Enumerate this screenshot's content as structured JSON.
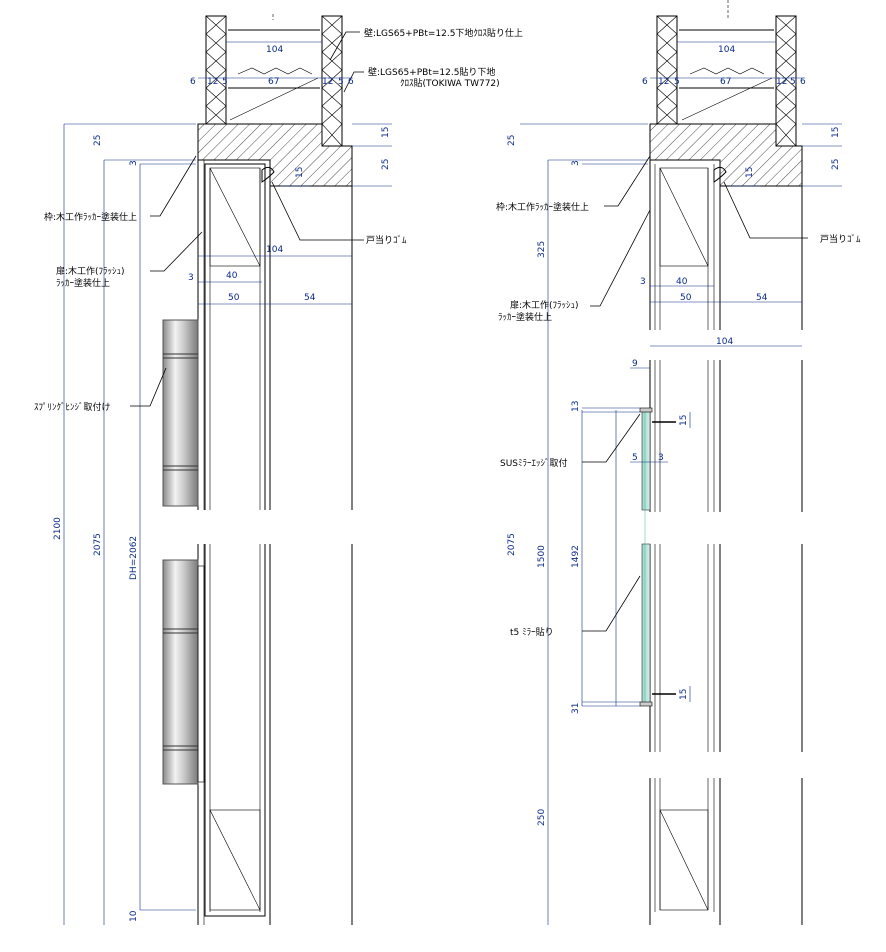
{
  "labels": {
    "wall1": "壁:LGS65+PBt=12.5下地ｸﾛｽ貼り仕上",
    "wall2a": "壁:LGS65+PBt=12.5貼り下地",
    "wall2b": "ｸﾛｽ貼(TOKIWA TW772)",
    "frame_l": "枠:木工作ﾗｯｶｰ塗装仕上",
    "door_l_a": "扉:木工作(ﾌﾗｯｼｭ)",
    "door_l_b": "ﾗｯｶｰ塗装仕上",
    "stop_l": "戸当りｺﾞﾑ",
    "hinge": "ｽﾌﾟﾘﾝｸﾞﾋﾝｼﾞ取付け",
    "frame_r": "枠:木工作ﾗｯｶｰ塗装仕上",
    "stop_r": "戸当りｺﾞﾑ",
    "door_r_a": "扉:木工作(ﾌﾗｯｼｭ)",
    "door_r_b": "ﾗｯｶｰ塗装仕上",
    "sus": "SUSﾐﾗｰｴｯｼﾞ取付",
    "mirror": "t5 ﾐﾗｰ貼り"
  },
  "dims": {
    "l_104_top": "104",
    "l_6a": "6",
    "l_12a": "12",
    "l_5a": "5",
    "l_67": "67",
    "l_12b": "12",
    "l_5b": "5",
    "l_6b": "6",
    "l_15a": "15",
    "l_15b": "15",
    "l_25a": "25",
    "l_25b": "25",
    "l_3": "3",
    "l_104_mid": "104",
    "l_3b": "3",
    "l_40": "40",
    "l_50": "50",
    "l_54": "54",
    "l_2100": "2100",
    "l_2075": "2075",
    "l_dh": "DH=2062",
    "l_10": "10",
    "r_104_top": "104",
    "r_6a": "6",
    "r_12a": "12",
    "r_5a": "5",
    "r_67": "67",
    "r_12b": "12",
    "r_5b": "5",
    "r_6b": "6",
    "r_15a": "15",
    "r_15b": "15",
    "r_25a": "25",
    "r_25b": "25",
    "r_3": "3",
    "r_325": "325",
    "r_3b": "3",
    "r_40": "40",
    "r_50": "50",
    "r_54": "54",
    "r_104_mid": "104",
    "r_9": "9",
    "r_13": "13",
    "r_15c": "15",
    "r_5": "5",
    "r_3c": "3",
    "r_2075": "2075",
    "r_1500": "1500",
    "r_1492": "1492",
    "r_31": "31",
    "r_15d": "15",
    "r_250": "250"
  }
}
